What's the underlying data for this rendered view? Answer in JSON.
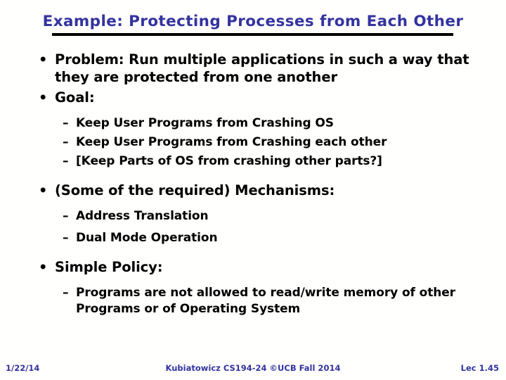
{
  "slide": {
    "title": "Example: Protecting Processes from Each Other",
    "title_color": "#3333a0",
    "rule_color": "#000000",
    "background_color": "#fffffd",
    "body_color": "#000000",
    "bullet_glyph": "•",
    "dash_glyph": "–",
    "content": [
      {
        "level": 1,
        "text": "Problem: Run multiple applications in such a way that they are protected from one another"
      },
      {
        "level": 1,
        "text": "Goal:"
      },
      {
        "level": 2,
        "text": "Keep User Programs from Crashing OS"
      },
      {
        "level": 2,
        "text": "Keep User Programs from Crashing each other"
      },
      {
        "level": 2,
        "text": "[Keep Parts of OS from crashing other parts?]"
      },
      {
        "level": 1,
        "text": "(Some of the required) Mechanisms:"
      },
      {
        "level": 2,
        "text": "Address Translation"
      },
      {
        "level": 2,
        "text": "Dual Mode Operation"
      },
      {
        "level": 1,
        "text": "Simple Policy:"
      },
      {
        "level": 2,
        "text": "Programs are not allowed to read/write memory of other Programs or of Operating System"
      }
    ]
  },
  "footer": {
    "date": "1/22/14",
    "center": "Kubiatowicz CS194-24 ©UCB Fall 2014",
    "lecture": "Lec 1.45",
    "color": "#3333a0"
  }
}
